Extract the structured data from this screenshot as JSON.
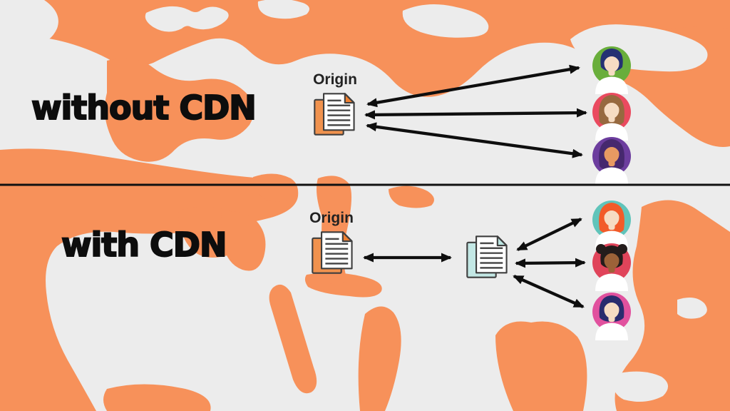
{
  "map": {
    "sea_color": "#F7915A",
    "land_color": "#ECECEC",
    "name": "world-map-background"
  },
  "divider": {
    "color": "#111111"
  },
  "sections": {
    "without_cdn": {
      "title": "without CDN",
      "origin_label": "Origin"
    },
    "with_cdn": {
      "title": "with CDN",
      "origin_label": "Origin"
    }
  },
  "icons": {
    "arrow_color": "#0E0E0E",
    "origin_doc": {
      "name": "origin-document-icon",
      "back": "#F0924E",
      "fold": "#EE8032",
      "paper": "#FFFFFF",
      "outline": "#3F3F3F",
      "line_color": "#4A4A4A"
    },
    "edge_doc": {
      "name": "cdn-edge-document-icon",
      "back": "#C3E8E5",
      "fold": "#BCE5E2",
      "paper": "#FFFFFF",
      "outline": "#3F3F3F",
      "line_color": "#4A4A4A"
    }
  },
  "users": {
    "top": [
      {
        "name": "user-avatar-green",
        "bg": "#69AE3B",
        "hair": "#253173",
        "skin": "#F6DCC3",
        "shirt": "#FFFFFF"
      },
      {
        "name": "user-avatar-red",
        "bg": "#EA4A5F",
        "hair": "#97693F",
        "skin": "#F6DCC3",
        "shirt": "#FFFFFF"
      },
      {
        "name": "user-avatar-purple",
        "bg": "#6C3D9E",
        "hair": "#46286E",
        "skin": "#E89A62",
        "shirt": "#FFFFFF"
      }
    ],
    "bottom": [
      {
        "name": "user-avatar-teal",
        "bg": "#60C4BA",
        "hair": "#F25B29",
        "skin": "#F6DCC3",
        "shirt": "#FFFFFF"
      },
      {
        "name": "user-avatar-crimson",
        "bg": "#E0445A",
        "hair": "#241C1B",
        "skin": "#9C6238",
        "shirt": "#FFFFFF"
      },
      {
        "name": "user-avatar-magenta",
        "bg": "#E1519E",
        "hair": "#2A2C6E",
        "skin": "#F6DCC3",
        "shirt": "#FFFFFF"
      }
    ]
  }
}
